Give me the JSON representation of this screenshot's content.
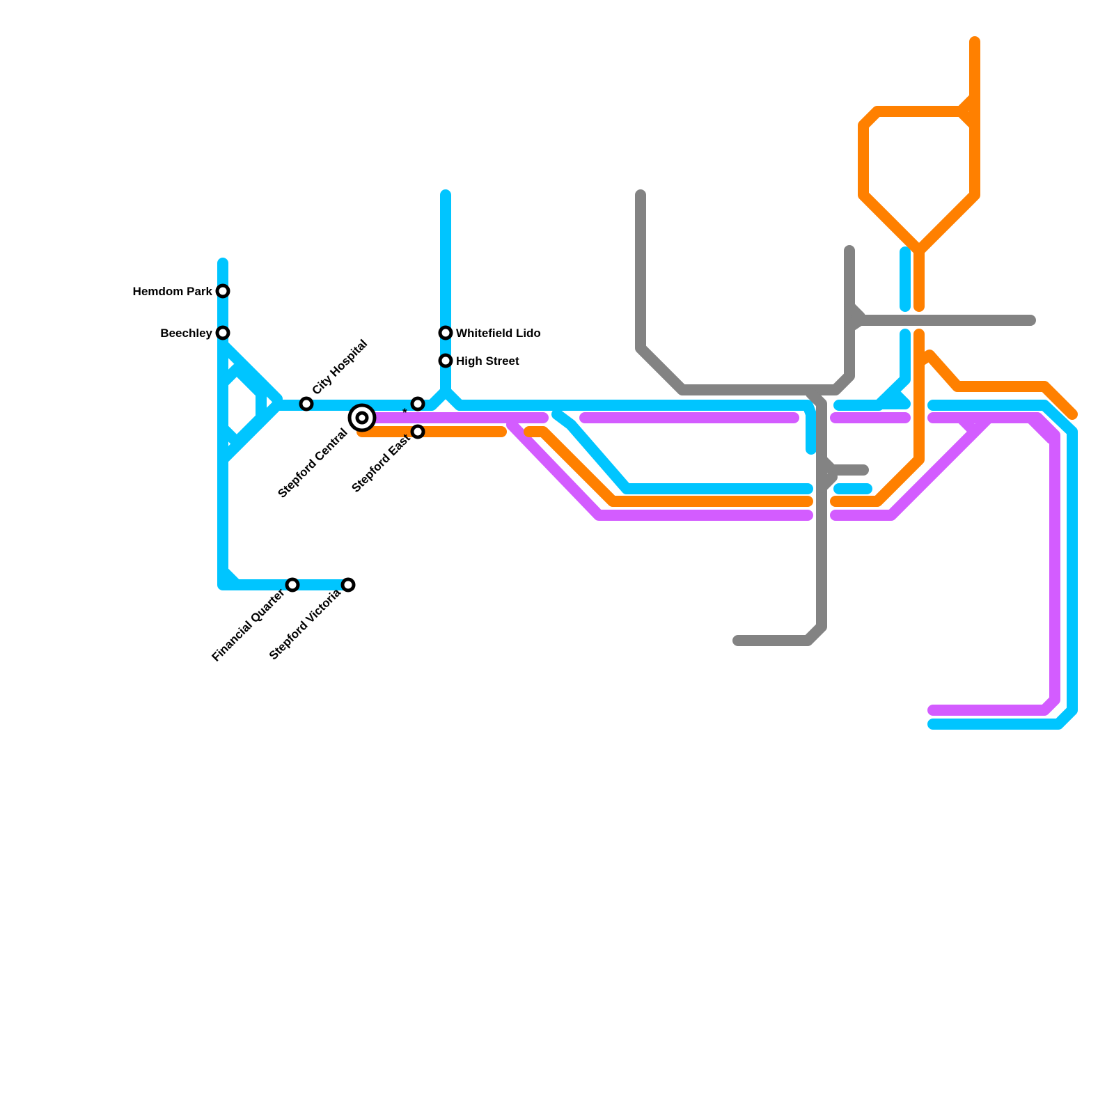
{
  "colors": {
    "cyan": "#00C5FF",
    "magenta": "#D35CFF",
    "orange": "#FF8000",
    "gray": "#838383",
    "station_fill": "#ffffff",
    "station_stroke": "#000000"
  },
  "stations": [
    {
      "id": "hemdom-park",
      "name": "Hemdom Park"
    },
    {
      "id": "beechley",
      "name": "Beechley"
    },
    {
      "id": "city-hospital",
      "name": "City Hospital"
    },
    {
      "id": "stepford-central",
      "name": "Stepford Central",
      "interchange": true
    },
    {
      "id": "stepford-east",
      "name": "Stepford East"
    },
    {
      "id": "whitefield-lido",
      "name": "Whitefield Lido"
    },
    {
      "id": "high-street",
      "name": "High Street"
    },
    {
      "id": "financial-quarter",
      "name": "Financial Quarter"
    },
    {
      "id": "stepford-victoria",
      "name": "Stepford Victoria"
    }
  ],
  "annotations": {
    "asterisk": "*"
  }
}
